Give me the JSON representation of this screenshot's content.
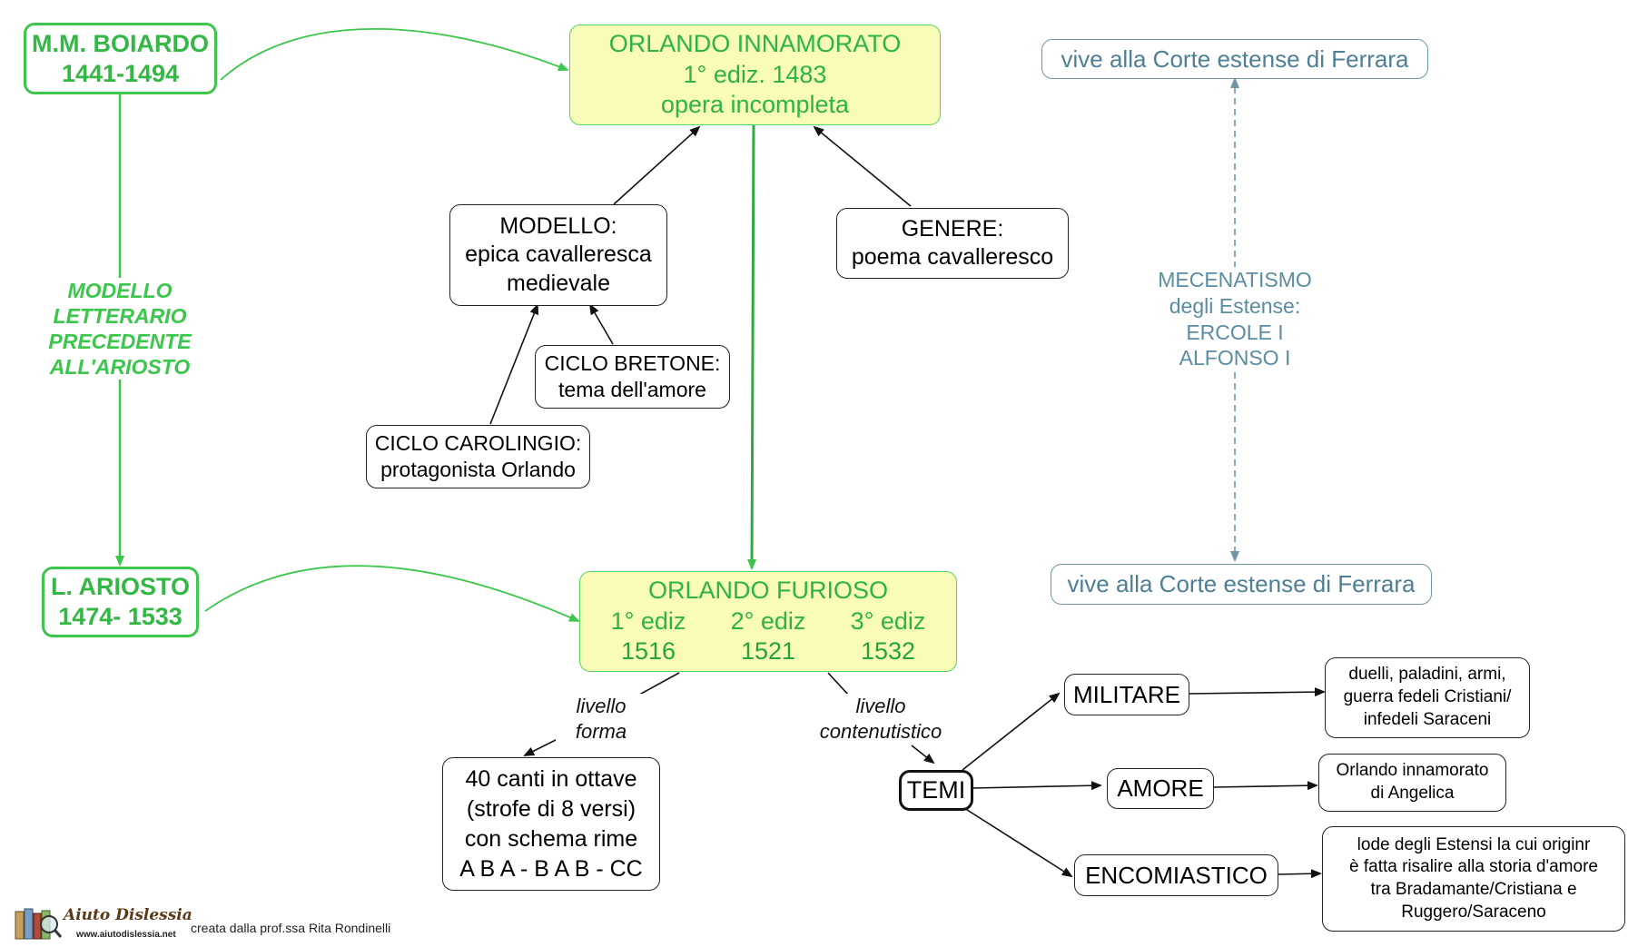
{
  "nodes": {
    "boiardo": [
      "M.M. BOIARDO",
      "1441-1494"
    ],
    "ariosto": [
      "L. ARIOSTO",
      "1474- 1533"
    ],
    "innamorato": [
      "ORLANDO INNAMORATO",
      "1° ediz. 1483",
      "opera incompleta"
    ],
    "furioso": {
      "title": "ORLANDO FURIOSO",
      "editions": [
        "1° ediz",
        "2° ediz",
        "3° ediz"
      ],
      "years": [
        "1516",
        "1521",
        "1532"
      ]
    },
    "modello": [
      "MODELLO:",
      "epica cavalleresca",
      "medievale"
    ],
    "genere": [
      "GENERE:",
      "poema cavalleresco"
    ],
    "bretone": [
      "CICLO BRETONE:",
      "tema dell'amore"
    ],
    "carolingio": [
      "CICLO CAROLINGIO:",
      "protagonista Orlando"
    ],
    "corte_top": "vive alla Corte estense di Ferrara",
    "corte_bottom": "vive alla Corte estense di Ferrara",
    "canti": [
      "40 canti in ottave",
      "(strofe di 8 versi)",
      "con schema rime",
      "A B A - B A B - CC"
    ],
    "temi": "TEMI",
    "militare": "MILITARE",
    "amore": "AMORE",
    "encomiastico": "ENCOMIASTICO",
    "militare_desc": [
      "duelli, paladini, armi,",
      "guerra fedeli Cristiani/",
      "infedeli Saraceni"
    ],
    "amore_desc": [
      "Orlando innamorato",
      "di Angelica"
    ],
    "encomiastico_desc": [
      "lode degli Estensi la cui originr",
      "è fatta risalire alla storia d'amore",
      "tra Bradamante/Cristiana e",
      "Ruggero/Saraceno"
    ]
  },
  "labels": {
    "modello_letterario": [
      "MODELLO",
      "LETTERARIO",
      "PRECEDENTE",
      "ALL'ARIOSTO"
    ],
    "mecenatismo": [
      "MECENATISMO",
      "degli Estense:",
      "ERCOLE I",
      "ALFONSO I"
    ],
    "livello_forma": [
      "livello",
      "forma"
    ],
    "livello_contenutistico": [
      "livello",
      "contenutistico"
    ]
  },
  "footer": {
    "logo_brand": "Aiuto Dislessia",
    "logo_site": "www.aiutodislessia.net",
    "credit": "creata dalla prof.ssa Rita Rondinelli"
  },
  "colors": {
    "green": "#3cc64b",
    "yellow_fill": "#f8fcb6",
    "teal": "#6d94a6",
    "black": "#111111"
  },
  "icons": {
    "logo": "books-magnifier-icon"
  }
}
